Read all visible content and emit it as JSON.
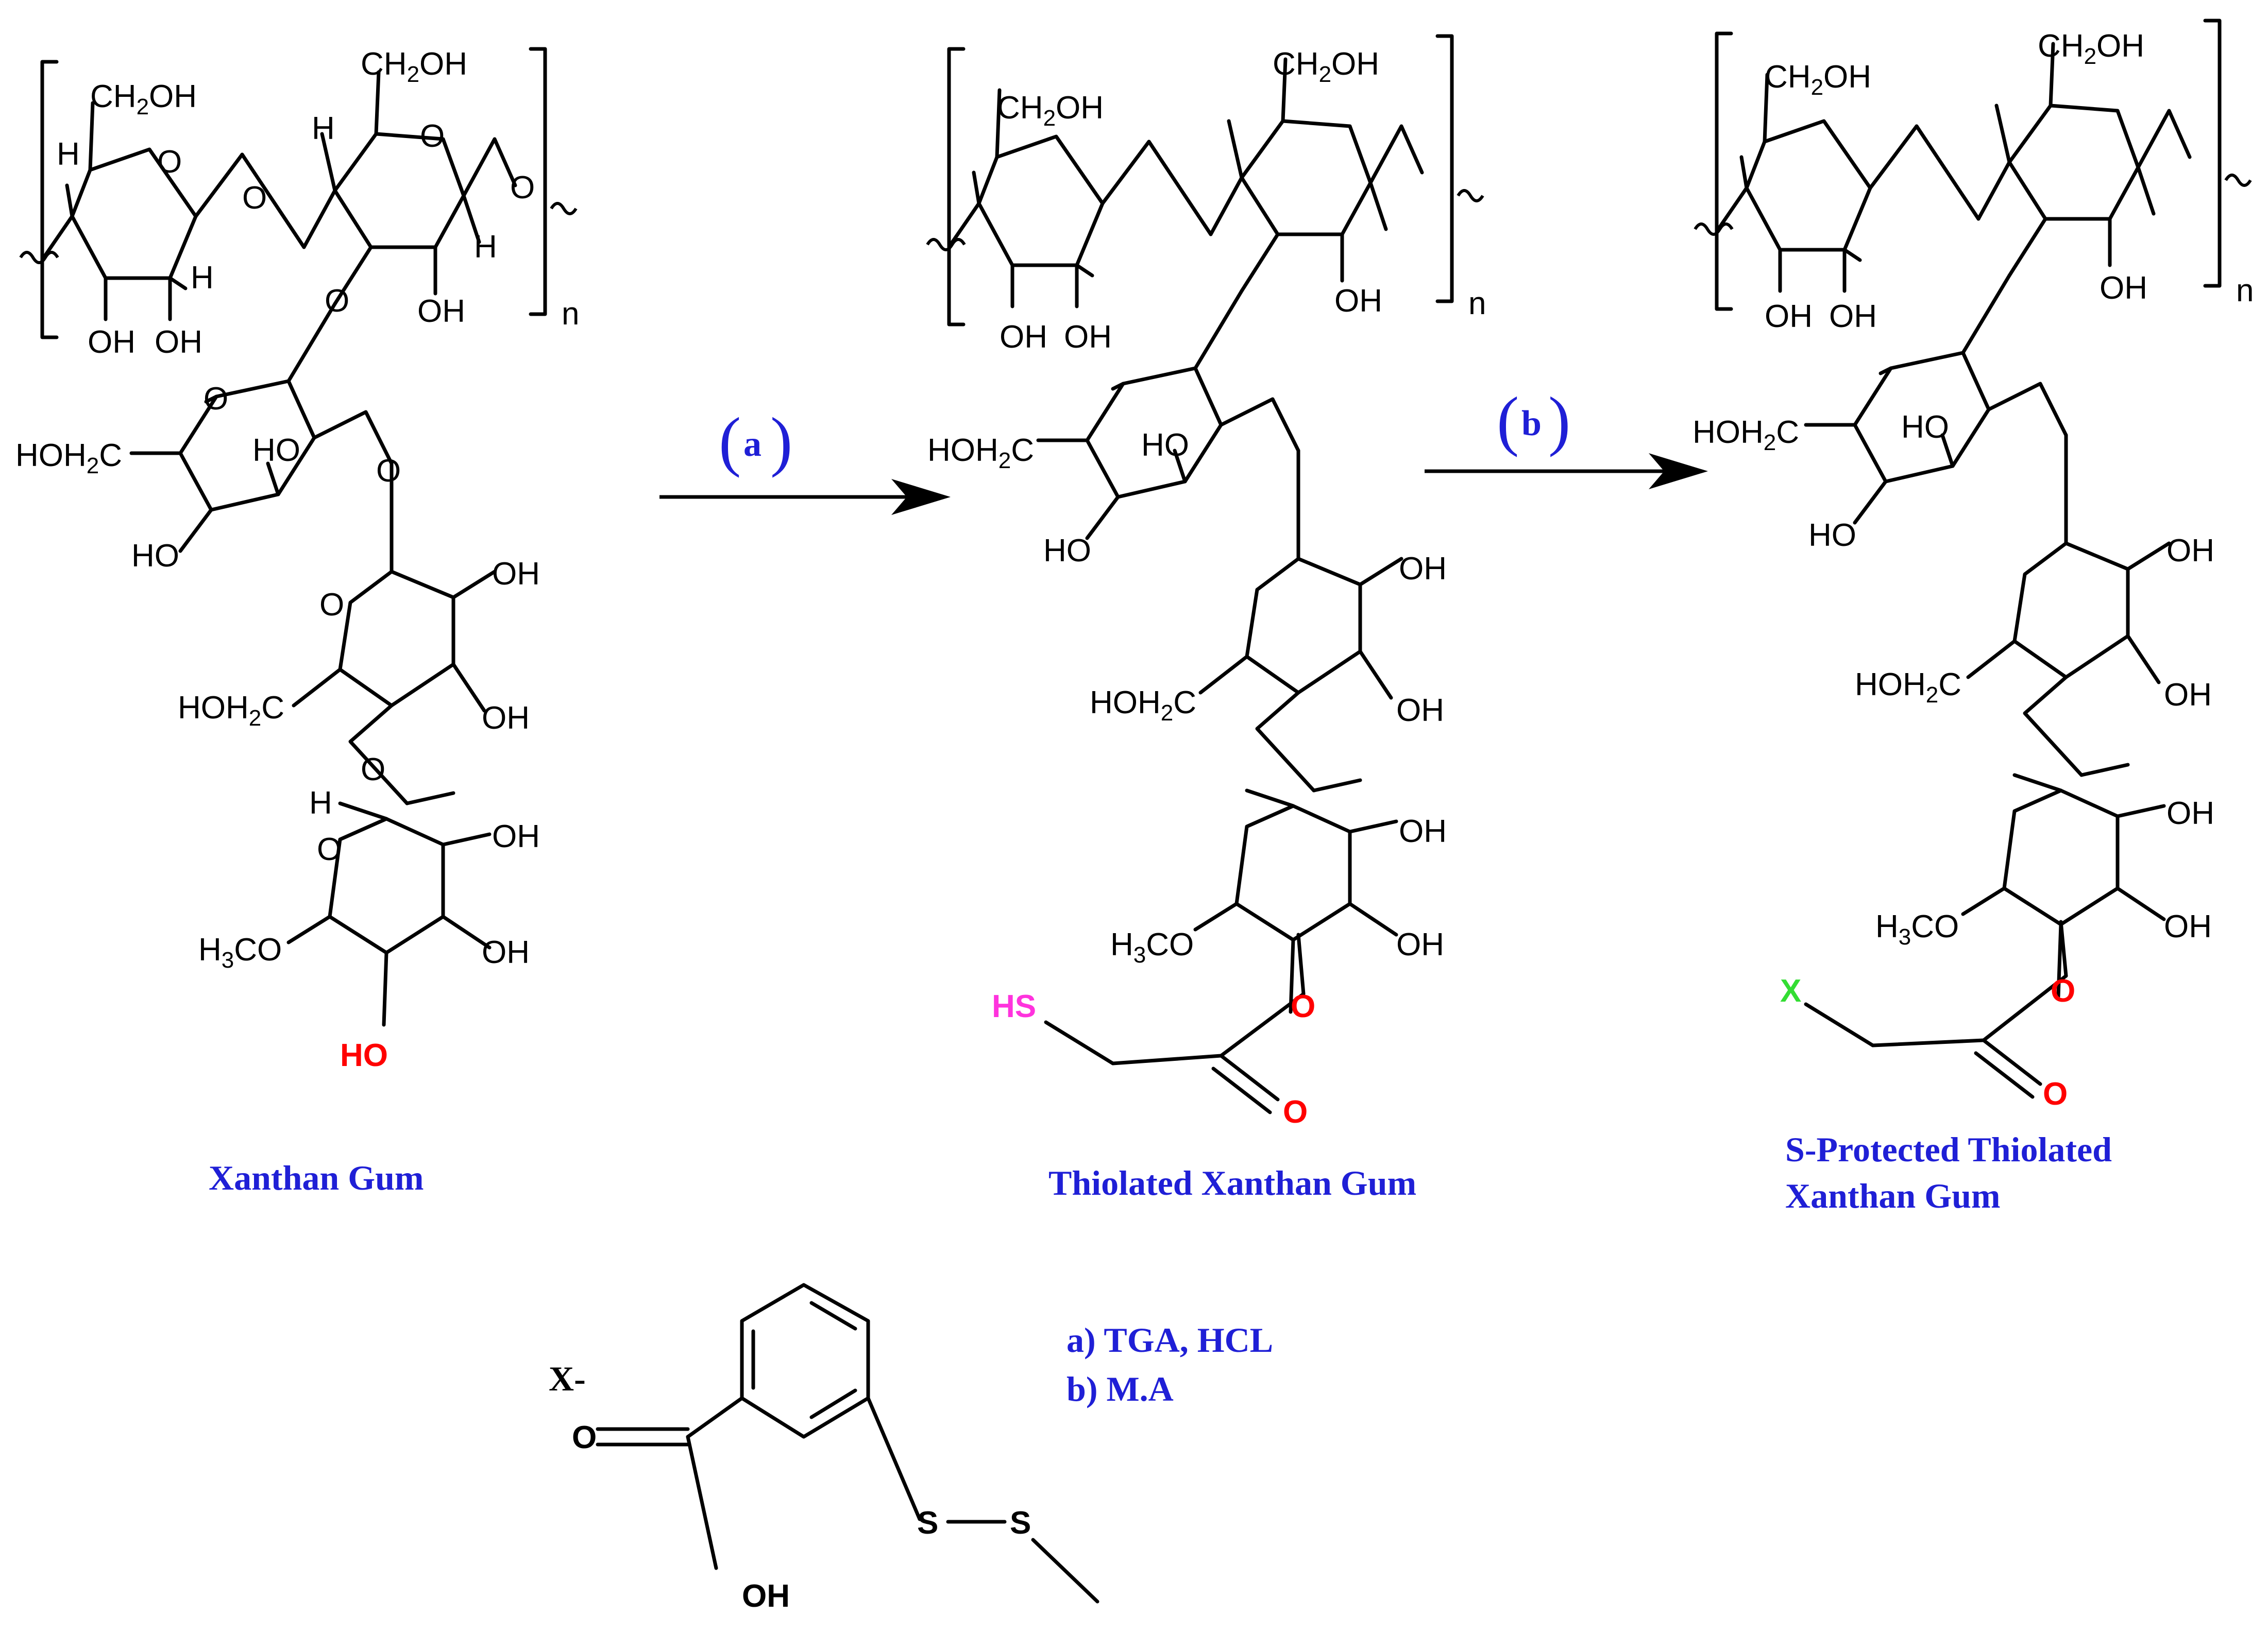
{
  "colors": {
    "caption": "#1f1fd6",
    "reactive_oh": "#ff0000",
    "thiol": "#ff33dd",
    "protecting_group": "#33dd33",
    "carbonyl_o": "#ff0000"
  },
  "labels": {
    "ch2oh_prefix": "CH",
    "ch2oh_sub": "2",
    "ch2oh_suffix": "OH",
    "hoh2c_prefix": "HOH",
    "hoh2c_sub": "2",
    "hoh2c_suffix": "C",
    "h3co_prefix": "H",
    "h3co_sub": "3",
    "h3co_suffix": "CO",
    "oh": "OH",
    "ho": "HO",
    "o": "O",
    "h": "H",
    "n": "n",
    "s": "S"
  },
  "structures": {
    "xanthan": {
      "caption": "Xanthan Gum",
      "reactive_group": "HO"
    },
    "thiolated": {
      "caption": "Thiolated Xanthan Gum",
      "thiol_group": "HS",
      "carbonyl": "O"
    },
    "protected": {
      "caption_line1": "S-Protected Thiolated",
      "caption_line2": "Xanthan Gum",
      "x_group": "X",
      "carbonyl": "O"
    }
  },
  "arrows": [
    {
      "letter": "a"
    },
    {
      "letter": "b"
    }
  ],
  "reagents": {
    "a": "a) TGA, HCL",
    "b": "b) M.A"
  },
  "x_definition": {
    "label": "X-",
    "carbonyl_o": "O",
    "acid_oh": "OH",
    "s1": "S",
    "s2": "S"
  }
}
